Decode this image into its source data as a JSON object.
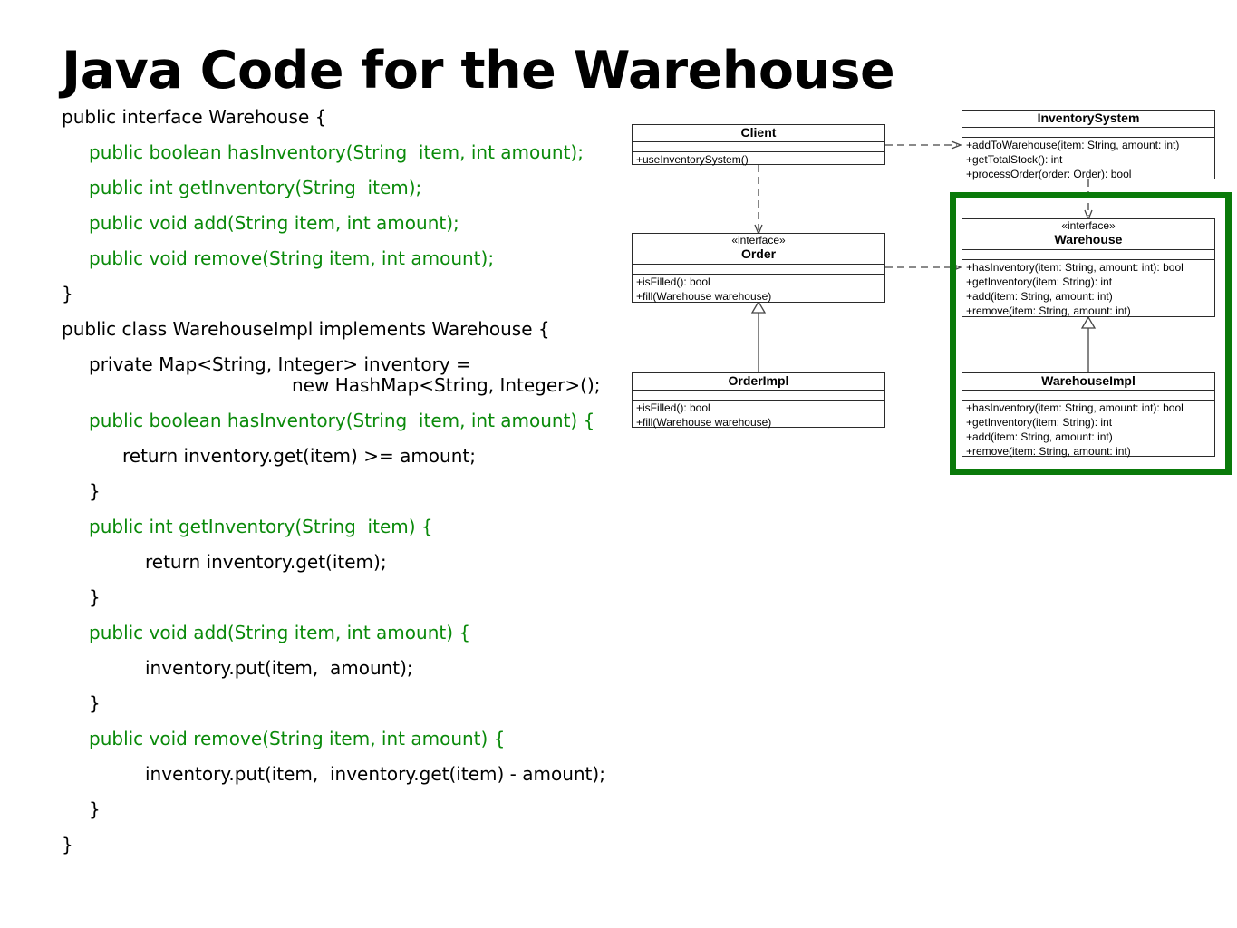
{
  "title": "Java Code for the Warehouse",
  "code_lines": [
    {
      "text": "public interface Warehouse {",
      "color": "#000000"
    },
    {
      "text": "public boolean hasInventory(String  item, int amount);",
      "color": "#0a8a0a"
    },
    {
      "text": "public int getInventory(String  item);",
      "color": "#0a8a0a"
    },
    {
      "text": "public void add(String item, int amount);",
      "color": "#0a8a0a"
    },
    {
      "text": "public void remove(String item, int amount);",
      "color": "#0a8a0a"
    },
    {
      "text": "}",
      "color": "#000000"
    },
    {
      "text": "public class WarehouseImpl implements Warehouse {",
      "color": "#000000"
    },
    {
      "text": "private Map<String, Integer> inventory =",
      "color": "#000000"
    },
    {
      "text": "new HashMap<String, Integer>();",
      "color": "#000000"
    },
    {
      "text": "public boolean hasInventory(String  item, int amount) {",
      "color": "#0a8a0a"
    },
    {
      "text": "return inventory.get(item) >= amount;",
      "color": "#000000"
    },
    {
      "text": "}",
      "color": "#000000"
    },
    {
      "text": "public int getInventory(String  item) {",
      "color": "#0a8a0a"
    },
    {
      "text": "return inventory.get(item);",
      "color": "#000000"
    },
    {
      "text": "}",
      "color": "#000000"
    },
    {
      "text": "public void add(String item, int amount) {",
      "color": "#0a8a0a"
    },
    {
      "text": "inventory.put(item,  amount);",
      "color": "#000000"
    },
    {
      "text": "}",
      "color": "#000000"
    },
    {
      "text": "public void remove(String item, int amount) {",
      "color": "#0a8a0a"
    },
    {
      "text": "inventory.put(item,  inventory.get(item) - amount);",
      "color": "#000000"
    },
    {
      "text": "}",
      "color": "#000000"
    },
    {
      "text": "}",
      "color": "#000000"
    }
  ],
  "uml": {
    "client": {
      "name": "Client",
      "methods": [
        "+useInventorySystem()"
      ]
    },
    "inventory_system": {
      "name": "InventorySystem",
      "methods": [
        "+addToWarehouse(item: String, amount: int)",
        "+getTotalStock(): int",
        "+processOrder(order: Order): bool"
      ]
    },
    "order": {
      "stereotype": "«interface»",
      "name": "Order",
      "methods": [
        "+isFilled(): bool",
        "+fill(Warehouse warehouse)"
      ]
    },
    "warehouse": {
      "stereotype": "«interface»",
      "name": "Warehouse",
      "methods": [
        "+hasInventory(item: String, amount: int): bool",
        "+getInventory(item: String): int",
        "+add(item: String, amount: int)",
        "+remove(item: String, amount: int)"
      ]
    },
    "order_impl": {
      "name": "OrderImpl",
      "methods": [
        "+isFilled(): bool",
        "+fill(Warehouse warehouse)"
      ]
    },
    "warehouse_impl": {
      "name": "WarehouseImpl",
      "methods": [
        "+hasInventory(item: String, amount: int): bool",
        "+getInventory(item: String): int",
        "+add(item: String, amount: int)",
        "+remove(item: String, amount: int)"
      ]
    }
  },
  "colors": {
    "keyword_green": "#0a8a0a",
    "highlight_border": "#0a7a0a"
  }
}
